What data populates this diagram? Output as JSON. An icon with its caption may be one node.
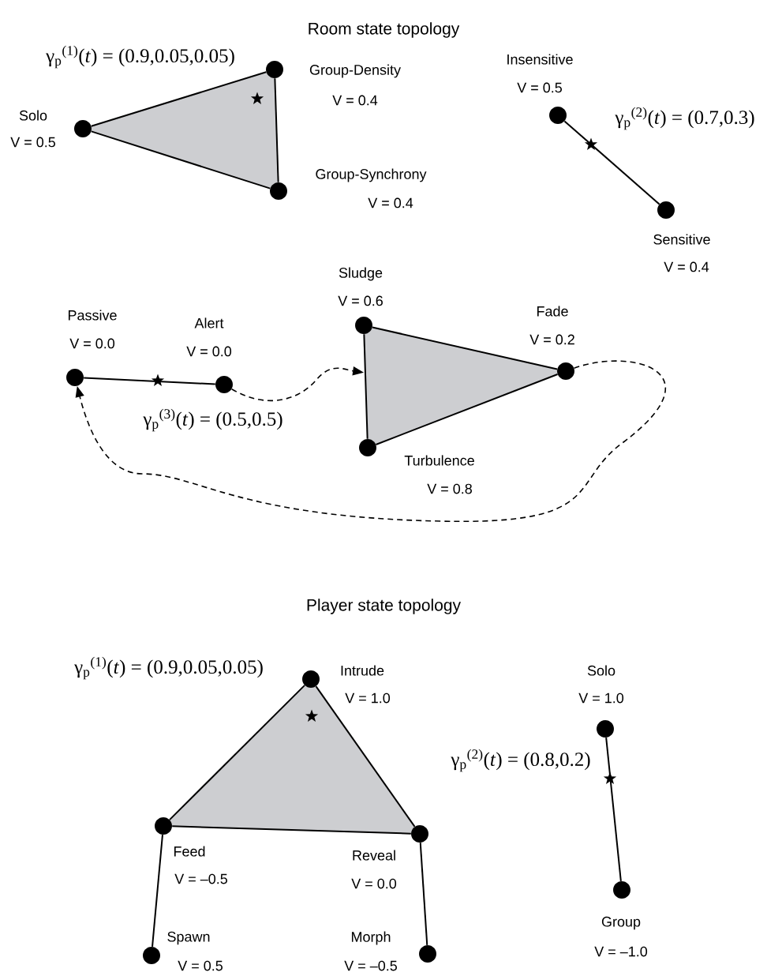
{
  "diagram": {
    "title": "Room state topology",
    "nodes": [
      {
        "text": [],
        "shape": "circle",
        "beside": [
          "Solo",
          "V = 0.5"
        ]
      },
      {
        "text": [],
        "shape": "circle",
        "beside": [
          "Group-Density",
          "V = 0.4"
        ]
      },
      {
        "text": [],
        "shape": "circle",
        "beside": [
          "Group-Synchrony",
          "V = 0.4"
        ]
      },
      {
        "text": [],
        "shape": "circle",
        "beside": [
          "Insensitive",
          "V = 0.5"
        ]
      },
      {
        "text": [],
        "shape": "circle",
        "beside": [
          "Sensitive",
          "V = 0.4"
        ]
      },
      {
        "text": [],
        "shape": "circle",
        "beside": [
          "Passive",
          "V = 0.0"
        ]
      },
      {
        "text": [],
        "shape": "circle",
        "beside": [
          "Alert",
          "V = 0.0"
        ]
      },
      {
        "text": [],
        "shape": "circle",
        "beside": [
          "Sludge",
          "V = 0.6"
        ]
      },
      {
        "text": [],
        "shape": "circle"
      },
      {
        "text": [],
        "shape": "circle"
      },
      {
        "text": [],
        "shape": "circle"
      },
      {
        "text": [],
        "shape": "circle",
        "beside": [
          "Feed",
          "V = –0.5"
        ]
      },
      {
        "text": [],
        "shape": "circle",
        "beside": [
          "Reveal",
          "V = 0.0"
        ]
      },
      {
        "text": [],
        "shape": "circle",
        "beside": [
          "Spawn",
          "V = 0.5"
        ]
      },
      {
        "text": [],
        "shape": "circle",
        "beside": [
          "Morph",
          "V = –0.5"
        ]
      },
      {
        "text": [],
        "shape": "circle",
        "beside": [
          "Solo",
          "V = 1.0"
        ]
      },
      {
        "text": [],
        "shape": "circle",
        "beside": [
          "Group",
          "V = –1.0"
        ]
      },
      {
        "text": [],
        "shape": "triangle"
      },
      {
        "text": [],
        "shape": "triangle"
      },
      {
        "text": [],
        "shape": "triangle"
      }
    ],
    "edges": [
      {
        "from": 0,
        "to": 1,
        "arrow": "none"
      },
      {
        "from": 1,
        "to": 2,
        "arrow": "none"
      },
      {
        "from": 2,
        "to": 0,
        "arrow": "none"
      },
      {
        "from": 3,
        "to": 4,
        "arrow": "none"
      },
      {
        "from": 5,
        "to": 6,
        "arrow": "none"
      },
      {
        "from": 6,
        "to": 17,
        "arrow": "to",
        "style": "dashed"
      },
      {
        "from": 7,
        "to": 8,
        "arrow": "none"
      },
      {
        "from": 8,
        "to": 9,
        "arrow": "none"
      },
      {
        "from": 9,
        "to": 7,
        "arrow": "none"
      },
      {
        "from": 8,
        "to": 5,
        "arrow": "to",
        "style": "dashed"
      },
      {
        "from": 10,
        "to": 11,
        "arrow": "none"
      },
      {
        "from": 11,
        "to": 12,
        "arrow": "none"
      },
      {
        "from": 12,
        "to": 10,
        "arrow": "none"
      },
      {
        "from": 11,
        "to": 13,
        "arrow": "none"
      },
      {
        "from": 12,
        "to": 14,
        "arrow": "none"
      },
      {
        "from": 15,
        "to": 16,
        "arrow": "none"
      }
    ],
    "labels": [
      "γ$_{p}$$^{(1)}$(*t*) = (0.9,0.05,0.05)",
      "γ$_{p}$$^{(2)}$(*t*) = (0.7,0.3)",
      "Fade",
      "V = 0.2",
      "γ$_{p}$$^{(3)}$(*t*) = (0.5,0.5)",
      "Turbulence",
      "V = 0.8",
      "Player state topology",
      "γ$_{p}$$^{(1)}$(*t*) = (0.9,0.05,0.05)",
      "Intrude",
      "V = 1.0",
      "γ$_{p}$$^{(2)}$(*t*) = (0.8,0.2)"
    ]
  }
}
